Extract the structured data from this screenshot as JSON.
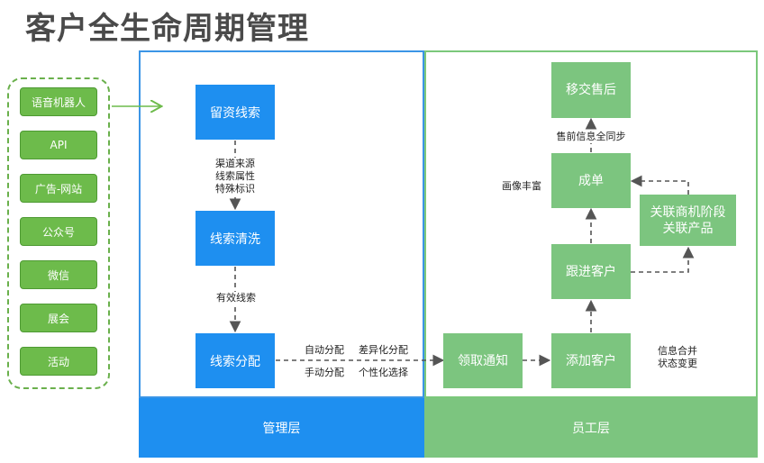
{
  "title": "客户全生命周期管理",
  "sources": [
    "语音机器人",
    "API",
    "广告-网站",
    "公众号",
    "微信",
    "展会",
    "活动"
  ],
  "layers": {
    "left": "管理层",
    "right": "员工层"
  },
  "nodes": {
    "leads_capture": "留资线索",
    "leads_cleaning": "线索清洗",
    "leads_assign": "线索分配",
    "claim_notice": "领取通知",
    "add_customer": "添加客户",
    "follow_up": "跟进客户",
    "deal": "成单",
    "handover": "移交售后",
    "related_line1": "关联商机阶段",
    "related_line2": "关联产品"
  },
  "labels": {
    "capture_to_clean": [
      "渠道来源",
      "线索属性",
      "特殊标识"
    ],
    "clean_to_assign": "有效线索",
    "auto_assign": "自动分配",
    "diff_assign": "差异化分配",
    "manual_assign": "手动分配",
    "personal_choice": "个性化选择",
    "profile_rich": "画像丰富",
    "presale_sync": "售前信息全同步",
    "info_merge": [
      "信息合并",
      "状态变更"
    ]
  },
  "colors": {
    "blue": "#1e8ff0",
    "green": "#7cc57f",
    "source_green": "#6dbb4b",
    "dash_border": "#6ab04c",
    "arrow": "#555555"
  }
}
